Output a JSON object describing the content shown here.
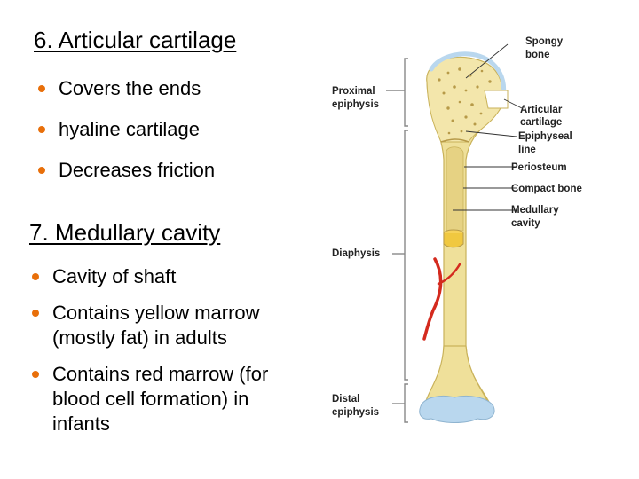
{
  "section1": {
    "heading": "6. Articular cartilage",
    "bullets": [
      "Covers the ends",
      "hyaline cartilage",
      "Decreases friction"
    ]
  },
  "section2": {
    "heading": "7. Medullary cavity",
    "bullets": [
      [
        "Cavity of shaft"
      ],
      [
        "Contains yellow marrow",
        "(mostly fat) in adults"
      ],
      [
        "Contains red marrow (for",
        "blood cell formation) in",
        "infants"
      ]
    ]
  },
  "diagram": {
    "left_labels": {
      "proximal": [
        "Proximal",
        "epiphysis"
      ],
      "diaphysis": [
        "Diaphysis"
      ],
      "distal": [
        "Distal",
        "epiphysis"
      ]
    },
    "right_labels": {
      "spongy": [
        "Spongy",
        "bone"
      ],
      "articular": [
        "Articular",
        "cartilage"
      ],
      "epiphyseal": [
        "Epiphyseal",
        "line"
      ],
      "periosteum": [
        "Periosteum"
      ],
      "compact": [
        "Compact bone"
      ],
      "medullary": [
        "Medullary",
        "cavity"
      ]
    },
    "colors": {
      "bone": "#efe09a",
      "bone_dark": "#d9c46a",
      "cartilage": "#b9d7ee",
      "vessel": "#d42a1e",
      "bracket": "#888888"
    }
  }
}
